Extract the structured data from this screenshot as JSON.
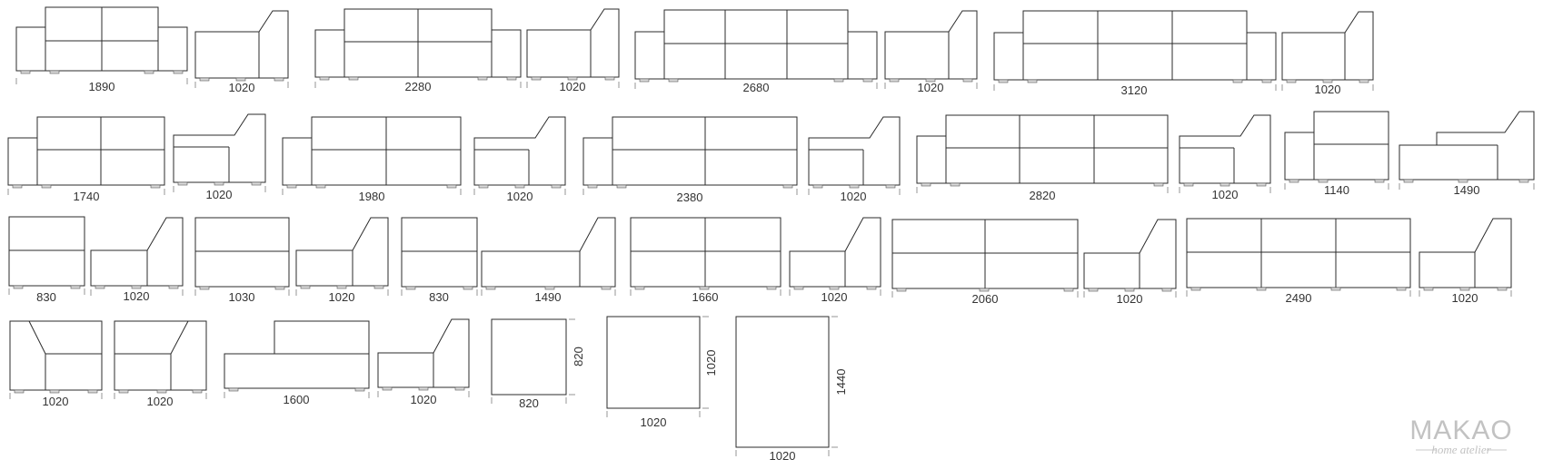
{
  "dimension_labels": {
    "r1": [
      "1890",
      "1020",
      "2280",
      "1020",
      "2680",
      "1020",
      "3120",
      "1020"
    ],
    "r2": [
      "1740",
      "1020",
      "1980",
      "1020",
      "2380",
      "1020",
      "2820",
      "1020",
      "1140",
      "1490"
    ],
    "r3": [
      "830",
      "1020",
      "1030",
      "1020",
      "830",
      "1490",
      "1660",
      "1020",
      "2060",
      "1020",
      "2490",
      "1020"
    ],
    "r4": [
      "1020",
      "1020",
      "1600",
      "1020",
      "820",
      "820",
      "1020",
      "1020",
      "1020",
      "1440"
    ]
  },
  "brand": {
    "name": "MAKAO",
    "tagline": "home atelier"
  }
}
